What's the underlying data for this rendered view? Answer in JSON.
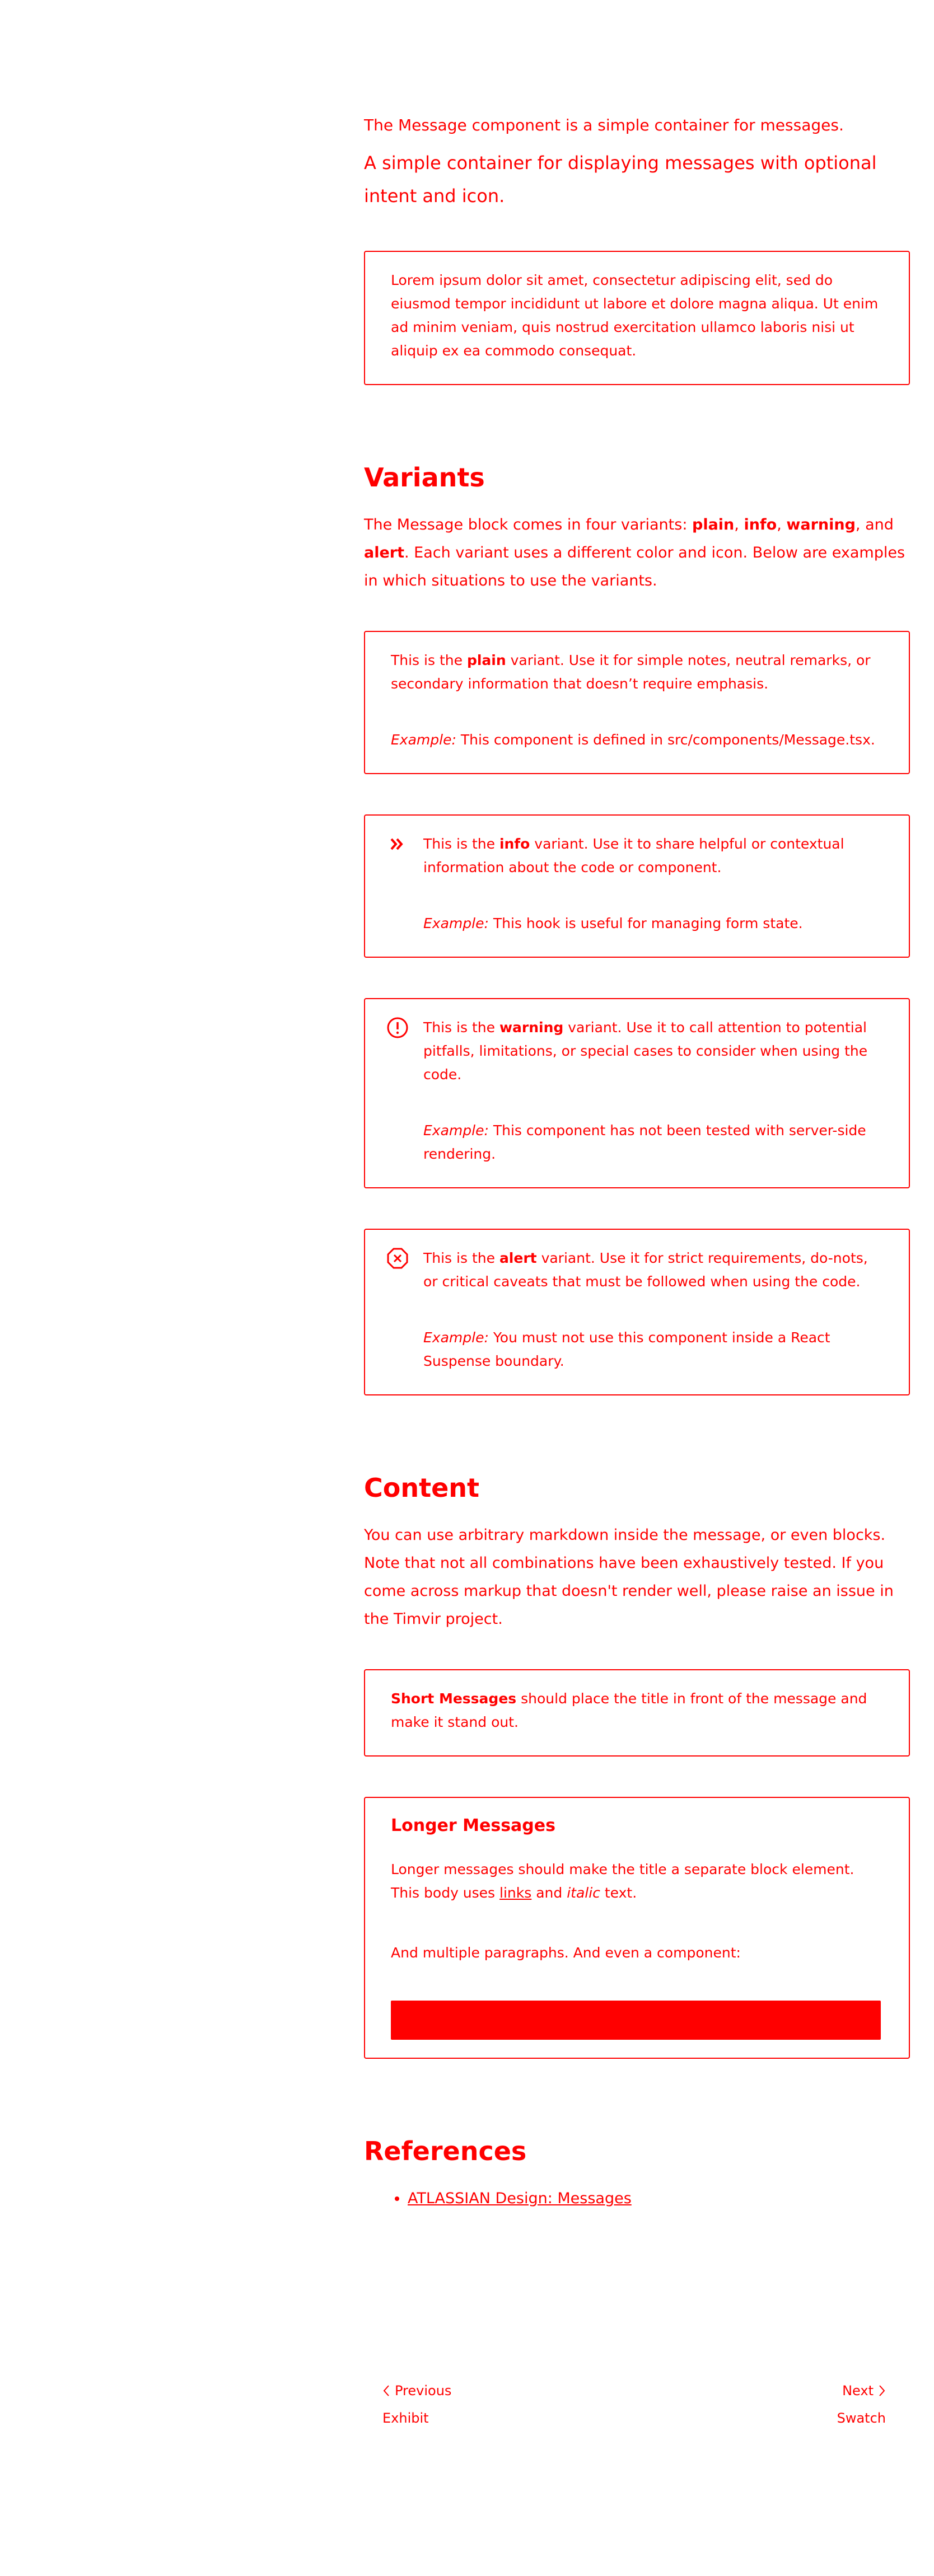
{
  "intro": {
    "short": "The Message component is a simple container for messages.",
    "lead": "A simple container for displaying messages with optional intent and icon."
  },
  "demo": {
    "text": "Lorem ipsum dolor sit amet, consectetur adipiscing elit, sed do eiusmod tempor incididunt ut labore et dolore magna aliqua. Ut enim ad minim veniam, quis nostrud exercitation ullamco laboris nisi ut aliquip ex ea commodo consequat."
  },
  "variants": {
    "heading": "Variants",
    "intro": {
      "s1": "The Message block comes in four variants: ",
      "b1": "plain",
      "s2": ", ",
      "b2": "info",
      "s3": ", ",
      "b3": "warning",
      "s4": ", and ",
      "b4": "alert",
      "s5": ". Each variant uses a different color and icon. Below are examples in which situations to use the variants."
    },
    "messages": [
      {
        "icon": "none",
        "pre": "This is the ",
        "strong": "plain",
        "post": " variant. Use it for simple notes, neutral remarks, or secondary information that doesn’t require emphasis.",
        "example_label": "Example:",
        "example": " This component is defined in src/components/Message.tsx."
      },
      {
        "icon": "double-chevron-right-icon",
        "pre": "This is the ",
        "strong": "info",
        "post": " variant. Use it to share helpful or contextual information about the code or component.",
        "example_label": "Example:",
        "example": " This hook is useful for managing form state."
      },
      {
        "icon": "exclamation-circle-icon",
        "pre": "This is the ",
        "strong": "warning",
        "post": " variant. Use it to call attention to potential pitfalls, limitations, or special cases to consider when using the code.",
        "example_label": "Example:",
        "example": " This component has not been tested with server-side rendering."
      },
      {
        "icon": "x-octagon-icon",
        "pre": "This is the ",
        "strong": "alert",
        "post": " variant. Use it for strict requirements, do-nots, or critical caveats that must be followed when using the code.",
        "example_label": "Example:",
        "example": " You must not use this component inside a React Suspense boundary."
      }
    ]
  },
  "content": {
    "heading": "Content",
    "intro": "You can use arbitrary markdown inside the message, or even blocks. Note that not all combinations have been exhaustively tested. If you come across markup that doesn't render well, please raise an issue in the Timvir project.",
    "short": {
      "strong": "Short Messages",
      "text": " should place the title in front of the message and make it stand out."
    },
    "longer": {
      "title": "Longer Messages",
      "p1_a": "Longer messages should make the title a separate block element. This body uses ",
      "link": "links",
      "p1_b": " and ",
      "italic": "italic",
      "p1_c": " text.",
      "p2": "And multiple paragraphs. And even a component:"
    }
  },
  "references": {
    "heading": "References",
    "items": [
      "ATLASSIAN Design: Messages"
    ]
  },
  "footer": {
    "previous_label": "Previous",
    "previous_title": "Exhibit",
    "next_label": "Next",
    "next_title": "Swatch"
  },
  "colors": {
    "accent": "#ff0000",
    "background": "#ffffff"
  }
}
